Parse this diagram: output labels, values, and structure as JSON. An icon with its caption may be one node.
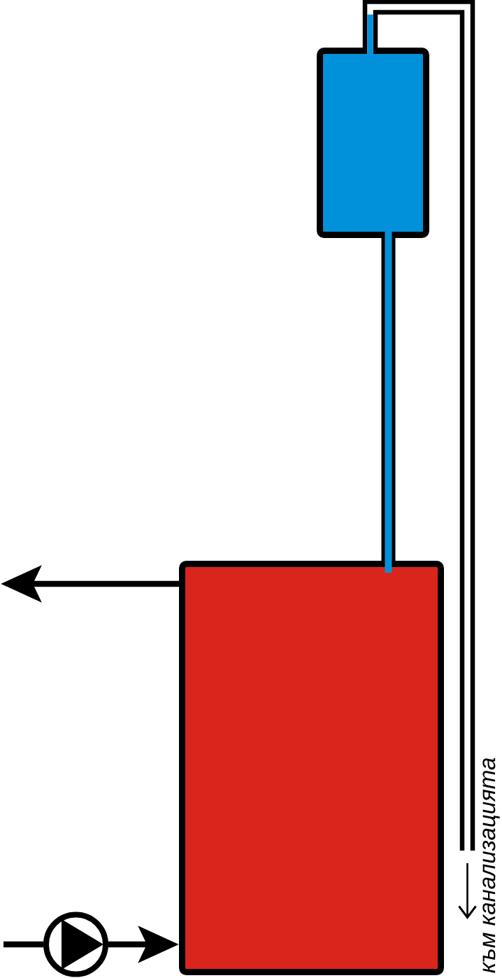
{
  "diagram": {
    "nodes": [
      {
        "text": [],
        "shape": "box"
      },
      {
        "text": [],
        "shape": "box"
      },
      {
        "text": [],
        "shape": "circle"
      }
    ],
    "edges": [
      {
        "from": 0,
        "to": 1,
        "arrow": "none",
        "style": "thick"
      },
      {
        "from": 0,
        "to": null,
        "arrow": "none",
        "style": "thick"
      },
      {
        "from": 1,
        "to": null,
        "arrow": "to"
      },
      {
        "from": null,
        "to": 2,
        "arrow": "none"
      },
      {
        "from": 2,
        "to": 1,
        "arrow": "to"
      }
    ],
    "labels": [
      "към канализацията"
    ]
  }
}
